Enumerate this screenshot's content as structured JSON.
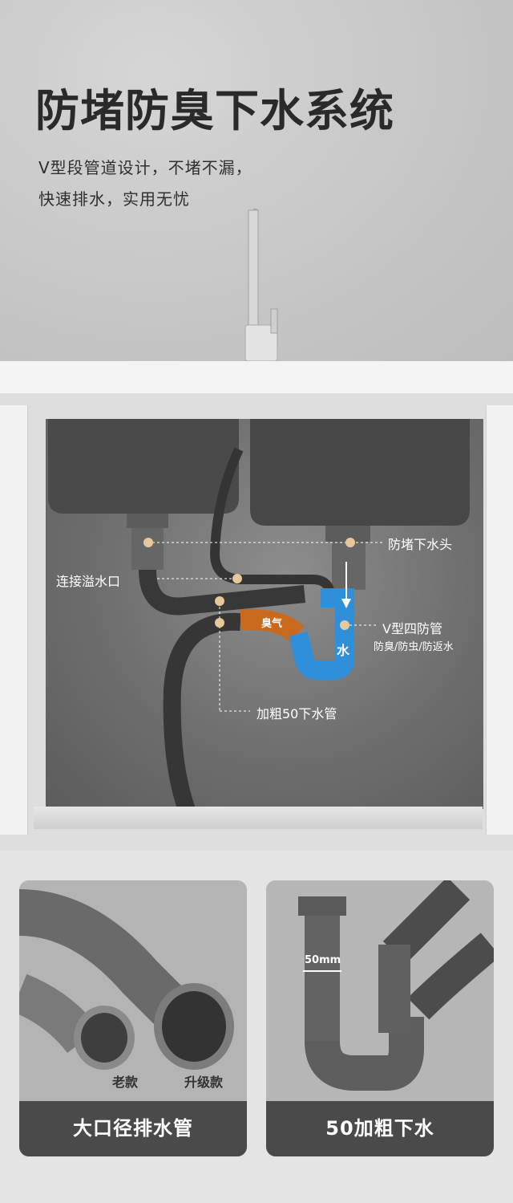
{
  "hero": {
    "title": "防堵防臭下水系统",
    "subtitle_line1": "V型段管道设计，不堵不漏，",
    "subtitle_line2": "快速排水，实用无忧"
  },
  "diagram": {
    "label_drain_head": "防堵下水头",
    "label_overflow": "连接溢水口",
    "label_v_pipe": "V型四防管",
    "label_v_pipe_sub": "防臭/防虫/防返水",
    "label_thick_pipe": "加粗50下水管",
    "label_odor": "臭气",
    "label_water": "水"
  },
  "cards": [
    {
      "title": "大口径排水管",
      "tag_old": "老款",
      "tag_new": "升级款"
    },
    {
      "title": "50加粗下水",
      "dimension": "50mm"
    }
  ],
  "colors": {
    "pipe_dark": "#3b3b3b",
    "v_pipe_blue": "#2f8fd8",
    "odor_orange": "#c8691e",
    "marker_beige": "#e8c79a"
  }
}
